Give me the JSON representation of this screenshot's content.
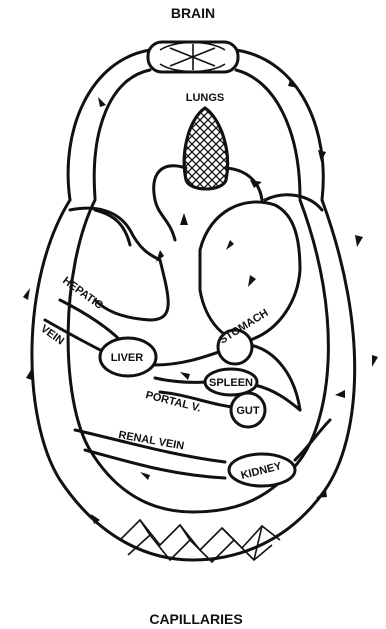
{
  "diagram": {
    "labels": {
      "brain": "BRAIN",
      "lungs": "LUNGS",
      "capillaries": "CAPILLARIES",
      "hepatic": "HEPATIC",
      "vein": "VEIN",
      "liver": "LIVER",
      "stomach": "STOMACH",
      "spleen": "SPLEEN",
      "portal_v": "PORTAL V.",
      "gut": "GUT",
      "renal_vein": "RENAL VEIN",
      "kidney": "KIDNEY"
    },
    "colors": {
      "ink": "#111111",
      "paper": "#ffffff"
    }
  }
}
